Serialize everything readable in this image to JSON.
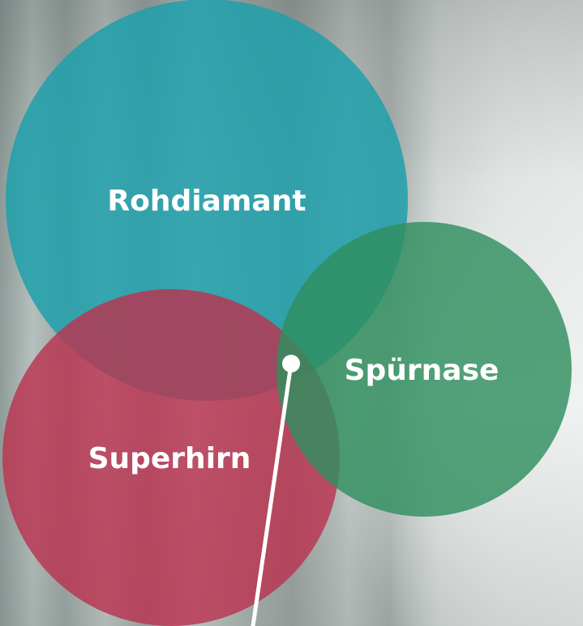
{
  "diagram": {
    "type": "venn",
    "circles": [
      {
        "id": "rohdiamant",
        "label": "Rohdiamant",
        "color": "#1f9fab"
      },
      {
        "id": "spuernase",
        "label": "Spürnase",
        "color": "#2f8f5f"
      },
      {
        "id": "superhirn",
        "label": "Superhirn",
        "color": "#b93350"
      }
    ],
    "pointer_color": "#ffffff"
  }
}
